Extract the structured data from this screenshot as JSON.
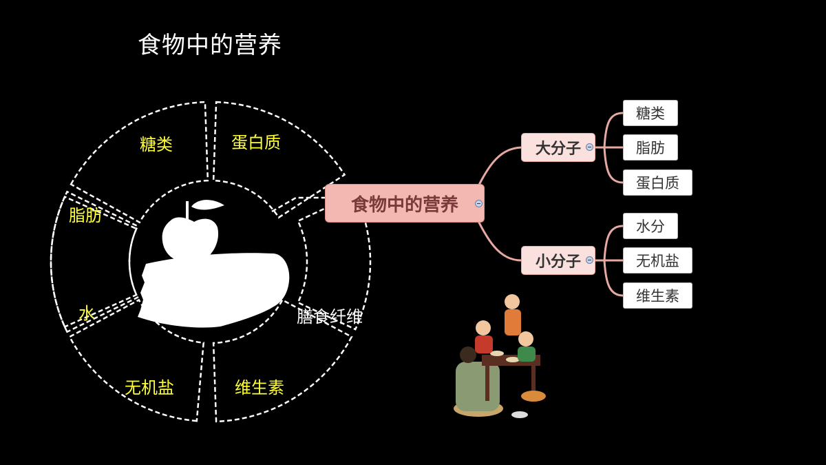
{
  "title": "食物中的营养",
  "ring": {
    "segments": [
      {
        "label": "糖类",
        "color": "#ffff33"
      },
      {
        "label": "蛋白质",
        "color": "#ffff33"
      },
      {
        "label": "脂肪",
        "color": "#ffff33"
      },
      {
        "label": "水",
        "color": "#ffff33"
      },
      {
        "label": "膳食纤维",
        "color": "#ffffff"
      },
      {
        "label": "无机盐",
        "color": "#ffff33"
      },
      {
        "label": "维生素",
        "color": "#ffff33"
      }
    ],
    "center_icon": "apple-on-books-icon"
  },
  "mindmap": {
    "root": "食物中的营养",
    "branches": [
      {
        "label": "大分子",
        "children": [
          "糖类",
          "脂肪",
          "蛋白质"
        ]
      },
      {
        "label": "小分子",
        "children": [
          "水分",
          "无机盐",
          "维生素"
        ]
      }
    ],
    "connector_color": "#e8a9a2"
  },
  "illustration": {
    "icon": "family-dinner-icon"
  }
}
